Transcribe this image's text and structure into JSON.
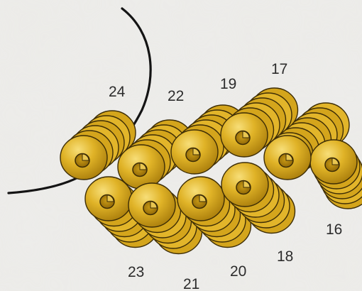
{
  "labels": {
    "n24": "24",
    "n22": "22",
    "n19": "19",
    "n17": "17",
    "n16": "16",
    "n18": "18",
    "n20": "20",
    "n21": "21",
    "n23": "23"
  },
  "colors": {
    "background": "#ecebe8",
    "bead_light": "#f3d35a",
    "bead_mid": "#d9aa1c",
    "bead_dark": "#9c7208",
    "bead_outline": "#3d2d06",
    "thread": "#141414",
    "label": "#2c2c2c"
  }
}
